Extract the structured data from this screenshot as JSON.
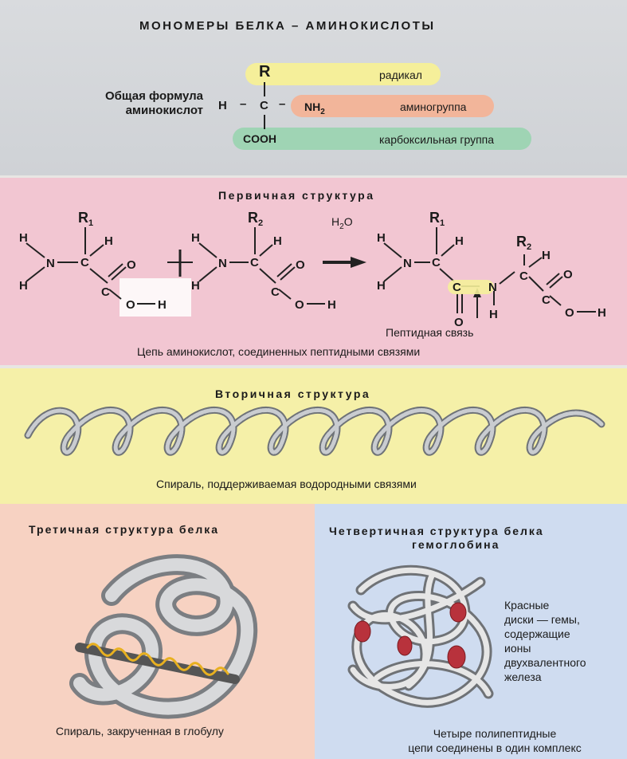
{
  "header": {
    "title": "МОНОМЕРЫ БЕЛКА – АМИНОКИСЛОТЫ",
    "formula_label": "Общая формула аминокислот",
    "r": "R",
    "h": "H",
    "dash": "–",
    "c": "C",
    "nh2": "NH",
    "nh2_sub": "2",
    "cooh": "COOH",
    "radical": "радикал",
    "amino": "аминогруппа",
    "carboxyl": "карбоксильная группа",
    "colors": {
      "radical": "#f5ef9a",
      "amino": "#f2b59a",
      "carboxyl": "#9fd4b4"
    }
  },
  "primary": {
    "title": "Первичная структура",
    "r1": "R",
    "r1_sub": "1",
    "r2": "R",
    "r2_sub": "2",
    "h2o": "H",
    "h2o_sub": "2",
    "h2o_o": "O",
    "peptide_bond": "Пептидная связь",
    "caption": "Цепь аминокислот, соединенных пептидными связями",
    "atoms": {
      "H": "H",
      "N": "N",
      "C": "C",
      "O": "O"
    }
  },
  "secondary": {
    "title": "Вторичная структура",
    "caption": "Спираль, поддерживаемая водородными связями"
  },
  "tertiary": {
    "title": "Третичная структура белка",
    "caption": "Спираль, закрученная в глобулу"
  },
  "quaternary": {
    "title_line1": "Четвертичная структура белка",
    "title_line2": "гемоглобина",
    "note_lines": [
      "Красные",
      "диски — гемы,",
      "содержащие",
      "ионы",
      "двухвалентного",
      "железа"
    ],
    "caption_line1": "Четыре полипептидные",
    "caption_line2": "цепи соединены в один комплекс"
  }
}
